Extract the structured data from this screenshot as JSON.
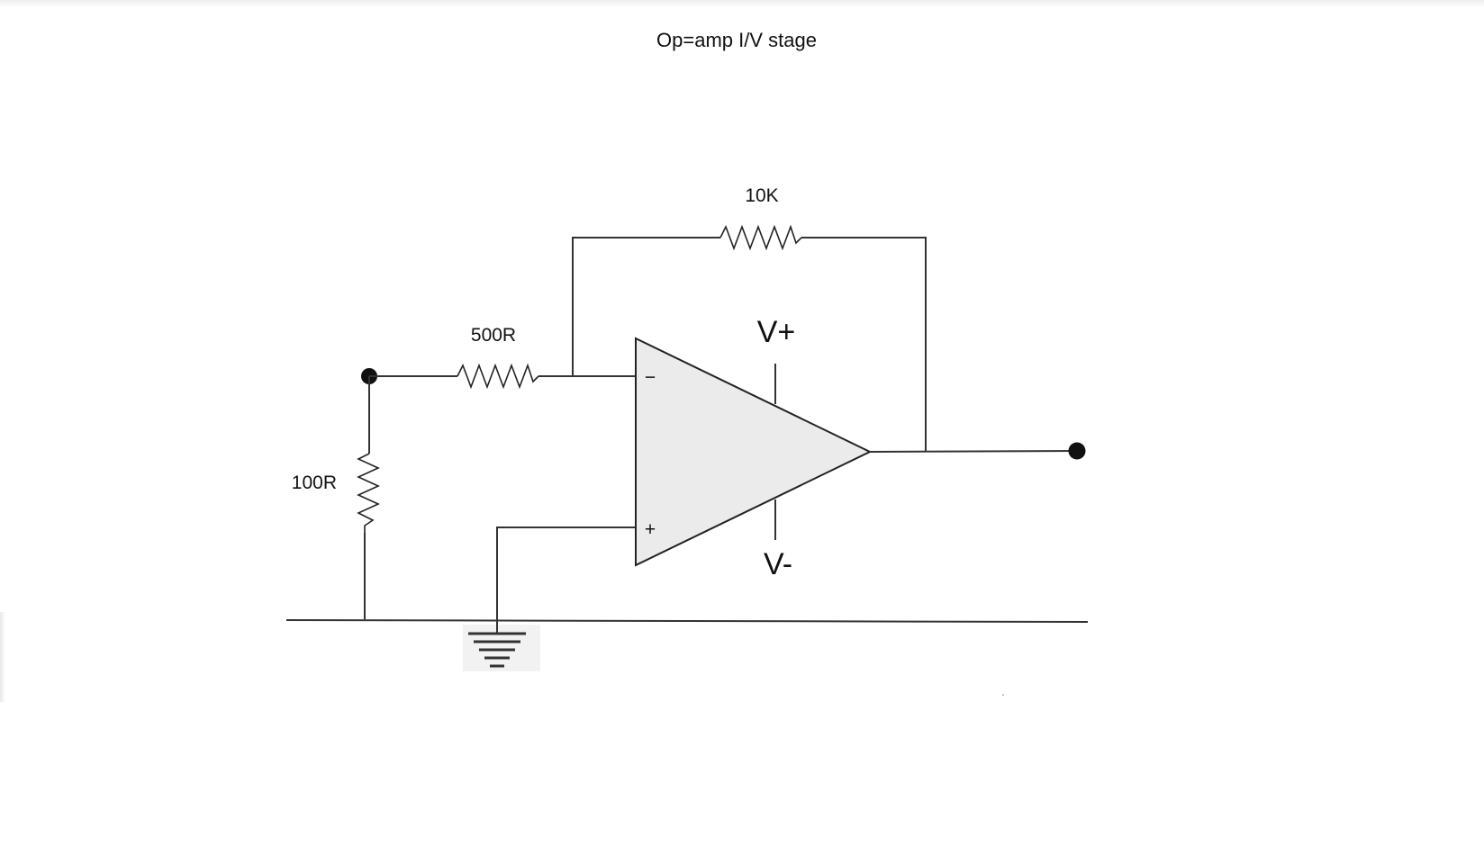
{
  "diagram": {
    "title": "Op=amp I/V stage",
    "components": {
      "feedback_resistor": "10K",
      "input_resistor": "500R",
      "shunt_resistor": "100R",
      "positive_supply": "V+",
      "negative_supply": "V-",
      "inverting_input": "−",
      "non_inverting_input": "+"
    }
  }
}
